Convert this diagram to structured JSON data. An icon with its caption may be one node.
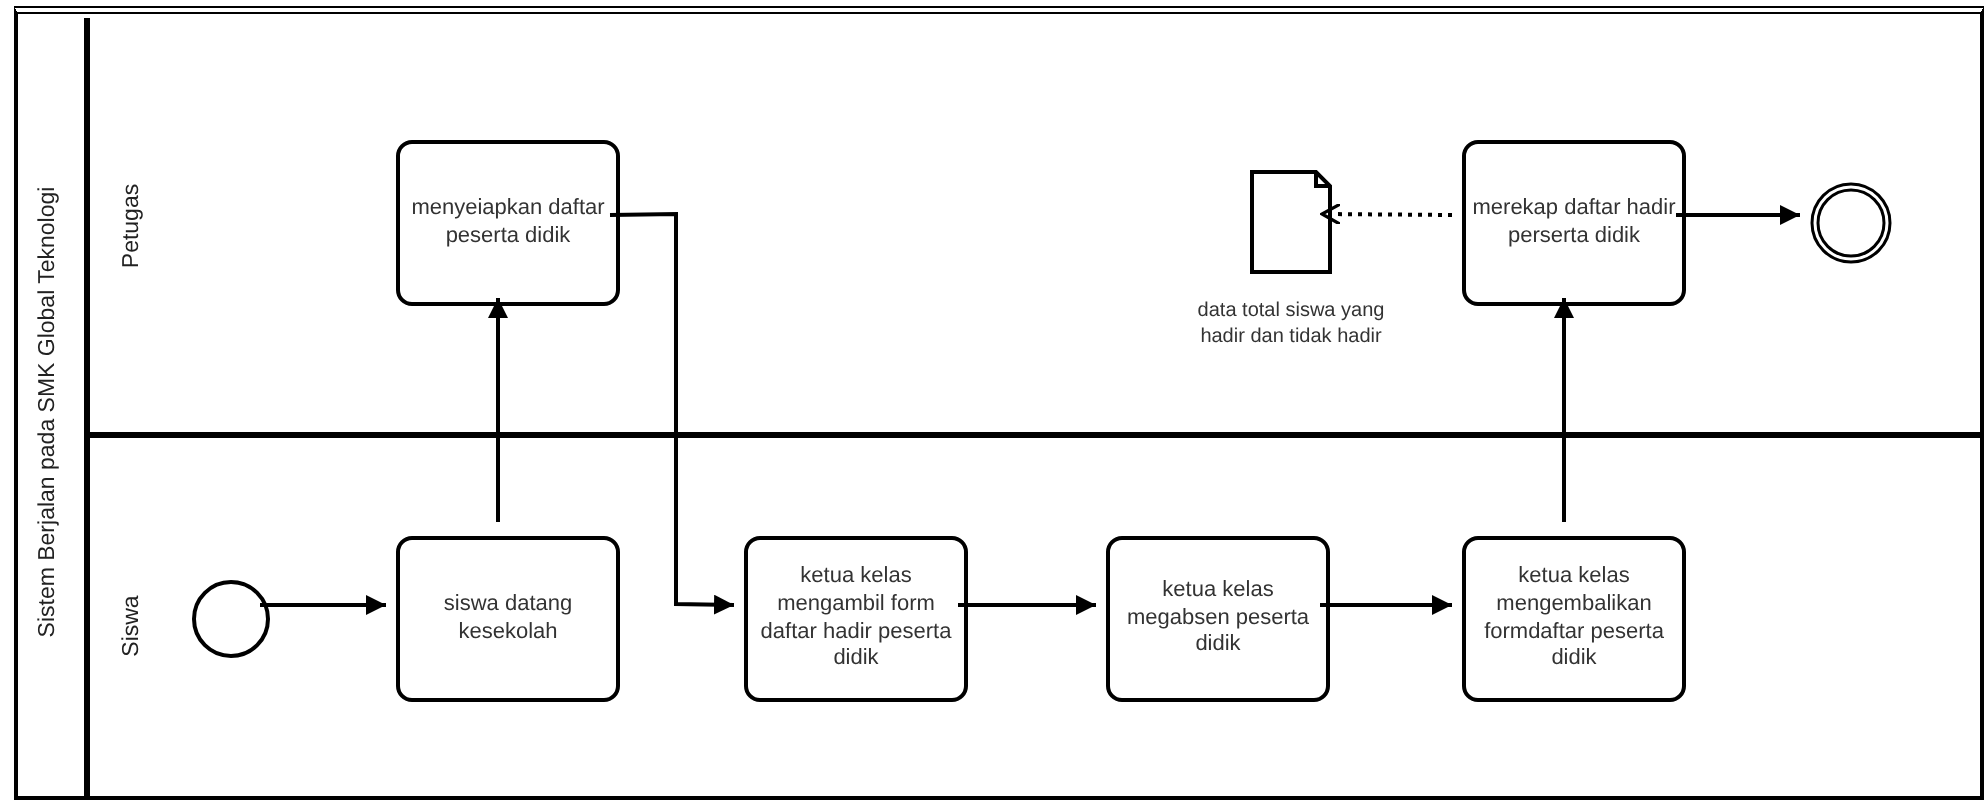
{
  "diagram": {
    "nodes": [
      {
        "text": [
          "Sistem Berjalan pada SMK Global Teknologi"
        ]
      },
      {
        "text": [
          "Petugas"
        ],
        "in": 0
      },
      {
        "text": [
          "Siswa"
        ],
        "in": 0
      },
      {
        "text": [
          "menyeiapkan daftar peserta didik"
        ],
        "in": 1
      },
      {
        "text": [],
        "shape": "document",
        "in": 1,
        "beside": [
          "data total siswa yang hadir dan tidak hadir"
        ]
      },
      {
        "text": [
          "merekap daftar hadir perserta didik"
        ],
        "in": 1
      },
      {
        "text": [],
        "shape": "circle",
        "in": 1
      },
      {
        "text": [],
        "shape": "circle",
        "in": 2
      },
      {
        "text": [
          "siswa datang kesekolah"
        ],
        "in": 2
      },
      {
        "text": [
          "ketua kelas mengambil form daftar hadir peserta didik"
        ],
        "in": 2
      },
      {
        "text": [
          "ketua kelas megabsen peserta didik"
        ],
        "in": 2
      },
      {
        "text": [
          "ketua kelas mengembalikan formdaftar peserta didik"
        ],
        "in": 2
      }
    ],
    "edges": [
      {
        "from": 7,
        "to": 8,
        "arrow": "to"
      },
      {
        "from": 8,
        "to": 3,
        "arrow": "to"
      },
      {
        "from": 3,
        "to": 9,
        "arrow": "to"
      },
      {
        "from": 9,
        "to": 10,
        "arrow": "to"
      },
      {
        "from": 10,
        "to": 11,
        "arrow": "to"
      },
      {
        "from": 11,
        "to": 5,
        "arrow": "to"
      },
      {
        "from": 5,
        "to": 6,
        "arrow": "to"
      },
      {
        "from": 5,
        "to": 4,
        "arrow": "to",
        "style": "dashed"
      }
    ]
  }
}
